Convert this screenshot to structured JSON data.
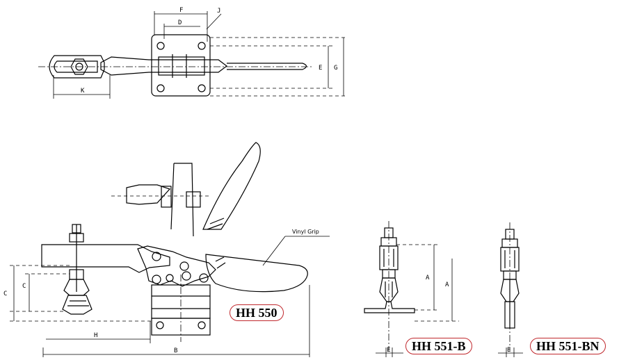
{
  "dimensions": {
    "a": "A",
    "b": "B",
    "c": "C",
    "d": "D",
    "e": "E",
    "f": "F",
    "g": "G",
    "h": "H",
    "j": "J",
    "k": "K"
  },
  "note_vinyl_grip": "Vinyl Grip",
  "models": [
    "HH 550",
    "HH 551-B",
    "HH 551-BN"
  ],
  "colors": {
    "label_border": "#c0282d",
    "line": "#000000"
  }
}
